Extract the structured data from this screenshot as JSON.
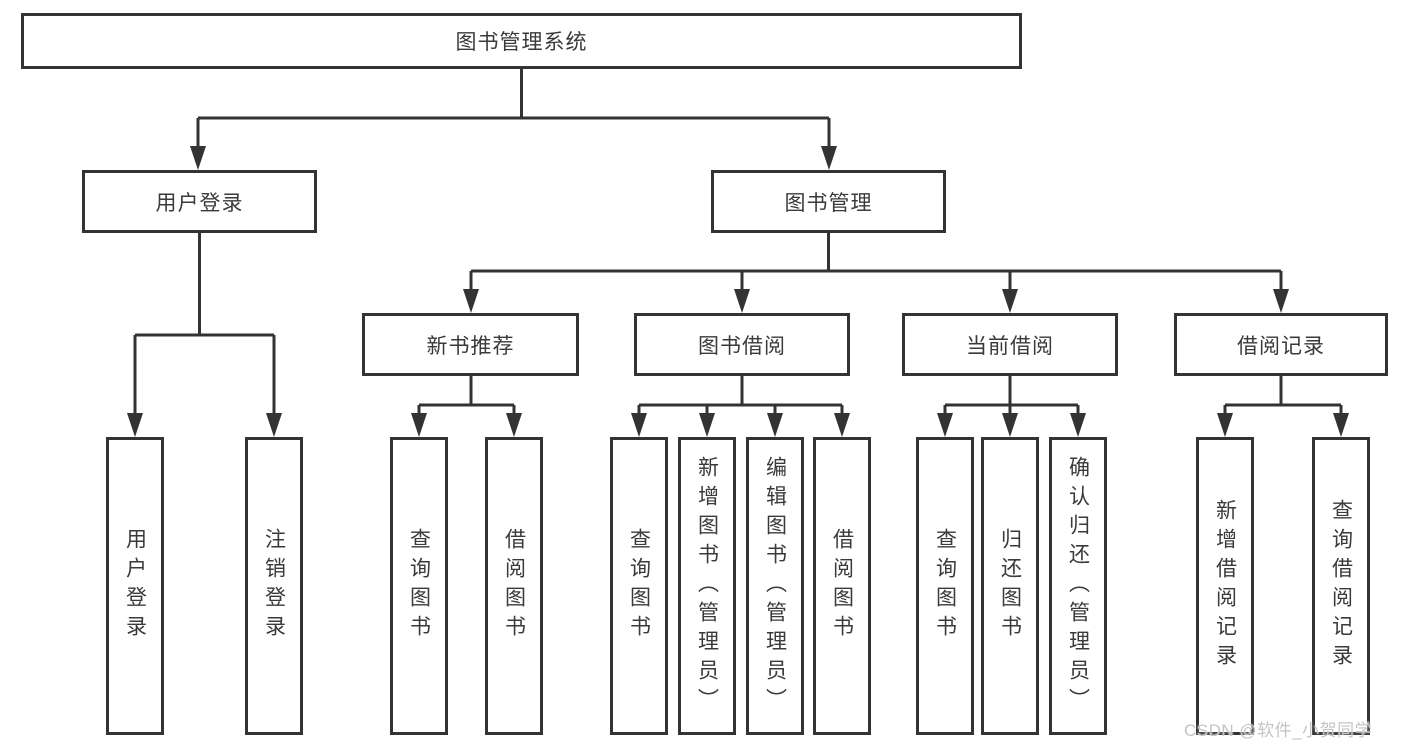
{
  "palette": {
    "line": "#333333",
    "box_border": "#333333",
    "text": "#3a3a3a",
    "watermark": "#c4c4c4",
    "background": "#ffffff"
  },
  "watermark": {
    "text": "CSDN @软件_小贺同学"
  },
  "tree": {
    "label": "图书管理系统",
    "children": [
      {
        "label": "用户登录",
        "children": [
          {
            "label": "用户登录"
          },
          {
            "label": "注销登录"
          }
        ]
      },
      {
        "label": "图书管理",
        "children": [
          {
            "label": "新书推荐",
            "children": [
              {
                "label": "查询图书"
              },
              {
                "label": "借阅图书"
              }
            ]
          },
          {
            "label": "图书借阅",
            "children": [
              {
                "label": "查询图书"
              },
              {
                "label": "新增图书（管理员）"
              },
              {
                "label": "编辑图书（管理员）"
              },
              {
                "label": "借阅图书"
              }
            ]
          },
          {
            "label": "当前借阅",
            "children": [
              {
                "label": "查询图书"
              },
              {
                "label": "归还图书"
              },
              {
                "label": "确认归还（管理员）"
              }
            ]
          },
          {
            "label": "借阅记录",
            "children": [
              {
                "label": "新增借阅记录"
              },
              {
                "label": "查询借阅记录"
              }
            ]
          }
        ]
      }
    ]
  }
}
